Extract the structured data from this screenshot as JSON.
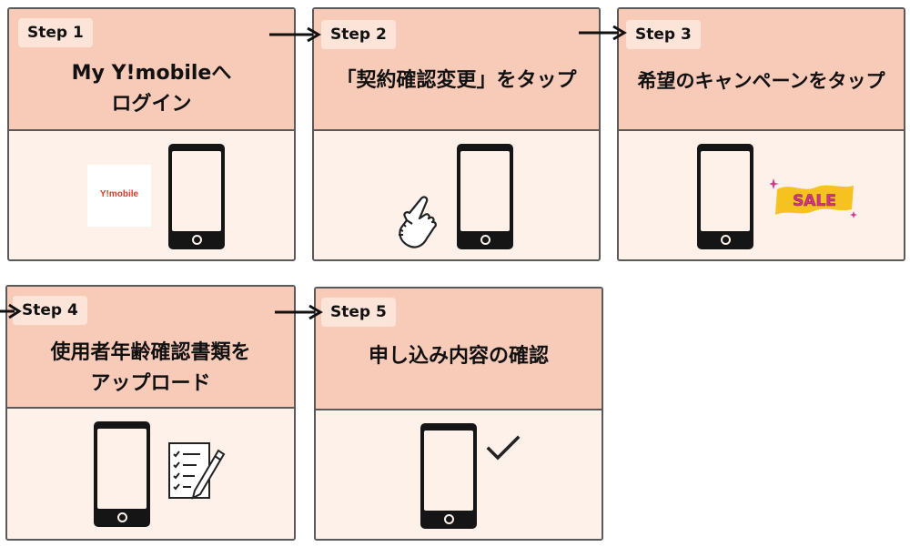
{
  "steps": [
    {
      "label": "Step 1",
      "title": "My Y!mobileへ\nログイン"
    },
    {
      "label": "Step 2",
      "title": "「契約確認変更」をタップ"
    },
    {
      "label": "Step 3",
      "title": "希望のキャンペーンをタップ"
    },
    {
      "label": "Step 4",
      "title": "使用者年齢確認書類を\nアップロード"
    },
    {
      "label": "Step 5",
      "title": "申し込み内容の確認"
    }
  ],
  "logo": {
    "text": "Y!mobile"
  },
  "sale": {
    "text": "SALE"
  },
  "icons": [
    "smartphone-icon",
    "pointing-hand-icon",
    "sale-banner-icon",
    "document-pen-icon",
    "checkmark-icon"
  ],
  "colors": {
    "header": "#f8cbb9",
    "body": "#fdf1ea",
    "badge": "#fde4d9",
    "border": "#5a5a5a",
    "logo_red": "#e8382b",
    "sale_yellow": "#f6c21f",
    "sale_pink": "#d6338a"
  }
}
